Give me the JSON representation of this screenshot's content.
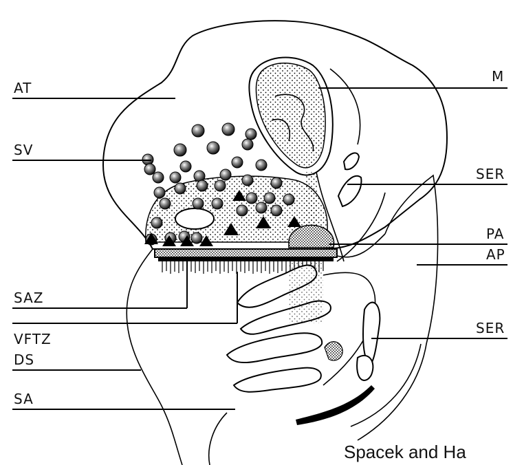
{
  "labels": {
    "AT": "AT",
    "SV": "SV",
    "SAZ": "SAZ",
    "VFTZ": "VFTZ",
    "DS": "DS",
    "SA": "SA",
    "M": "M",
    "SER_upper": "SER",
    "PA": "PA",
    "AP": "AP",
    "SER_lower": "SER"
  },
  "credit": "Spacek and Ha"
}
